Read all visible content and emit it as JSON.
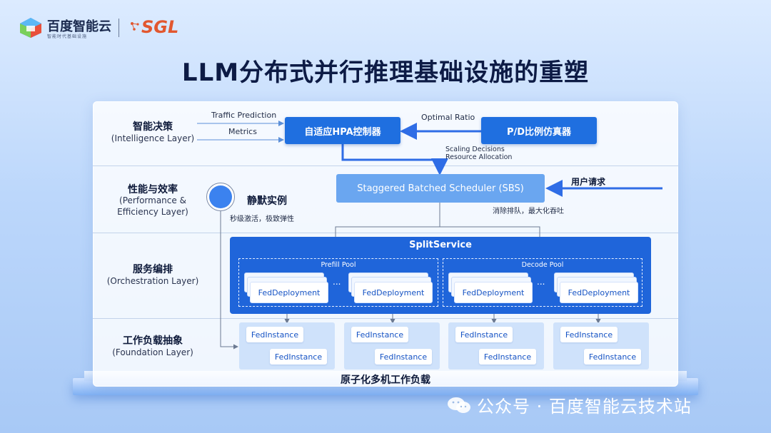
{
  "header": {
    "brand": "百度智能云",
    "brand_sub": "智能时代基础设施",
    "partner": "SGL"
  },
  "title": "LLM分布式并行推理基础设施的重塑",
  "layers": [
    {
      "name": "智能决策",
      "sub": "(Intelligence Layer)"
    },
    {
      "name": "性能与效率",
      "sub1": "(Performance &",
      "sub2": "Efficiency Layer)"
    },
    {
      "name": "服务编排",
      "sub": "(Orchestration Layer)"
    },
    {
      "name": "工作负载抽象",
      "sub": "(Foundation Layer)"
    }
  ],
  "intelligence": {
    "traffic_prediction": "Traffic Prediction",
    "metrics": "Metrics",
    "hpa_controller": "自适应HPA控制器",
    "optimal_ratio": "Optimal Ratio",
    "pd_simulator": "P/D比例仿真器",
    "scaling_decisions": "Scaling Decisions",
    "resource_allocation": "Resource Allocation"
  },
  "performance": {
    "silent_instance": "静默实例",
    "silent_desc": "秒级激活，极致弹性",
    "scheduler": "Staggered Batched Scheduler (SBS)",
    "user_request": "用户请求",
    "scheduler_desc": "消除排队，最大化吞吐"
  },
  "orchestration": {
    "split_service": "SplitService",
    "prefill_pool": "Prefill Pool",
    "decode_pool": "Decode Pool",
    "fed_deployment": "FedDeployment",
    "ellipsis": "..."
  },
  "foundation": {
    "fed_instance": "FedInstance",
    "footer": "原子化多机工作负载"
  },
  "watermark": "公众号 · 百度智能云技术站",
  "colors": {
    "primary_blue": "#1f65da",
    "light_blue": "#6aa6f0",
    "sgl_orange": "#e2572f"
  }
}
